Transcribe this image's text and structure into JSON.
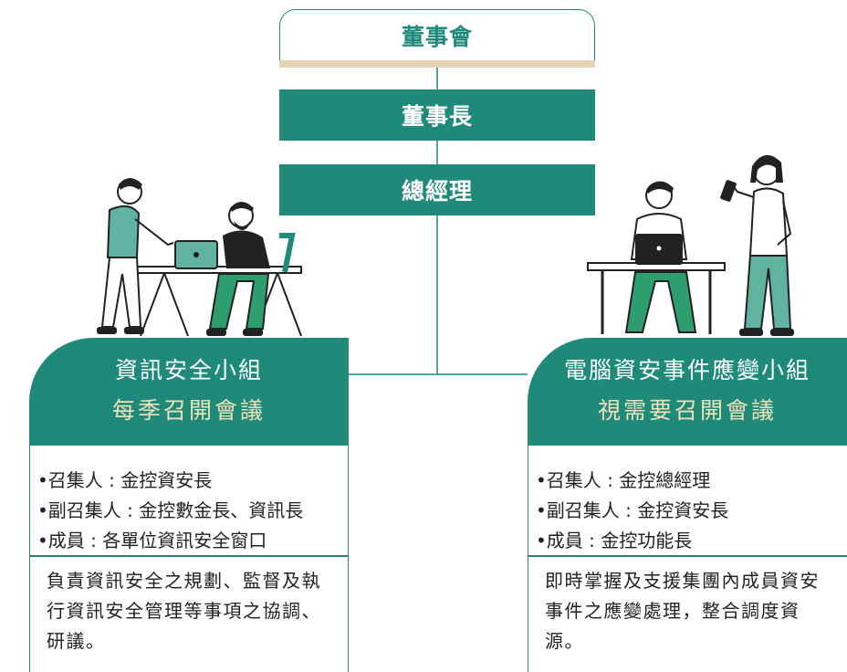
{
  "org": {
    "board": "董事會",
    "chairman": "董事長",
    "president": "總經理"
  },
  "groups": [
    {
      "name": "資訊安全小組",
      "frequency": "每季召開會議",
      "roles": [
        "•召集人 : 金控資安長",
        "•副召集人 : 金控數金長、資訊長",
        "•成員 : 各單位資訊安全窗口"
      ],
      "duty": "負責資訊安全之規劃、監督及執行資訊安全管理等事項之協調、研議。"
    },
    {
      "name": "電腦資安事件應變小組",
      "frequency": "視需要召開會議",
      "roles": [
        "•召集人 : 金控總經理",
        "•副召集人 : 金控資安長",
        "•成員 : 金控功能長"
      ],
      "duty": "即時掌握及支援集團內成員資安事件之應變處理，整合調度資源。"
    }
  ],
  "colors": {
    "teal": "#1f8a7a",
    "sand": "#e3d3b3",
    "cream_text": "#efe1b8",
    "figure_teal": "#5fb3a0",
    "figure_green": "#2f9e6f"
  }
}
